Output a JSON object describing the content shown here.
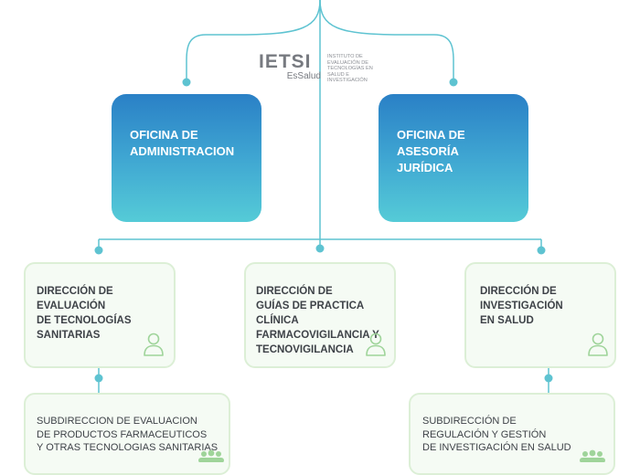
{
  "logo": {
    "name": "IETSI",
    "org": "EsSalud",
    "description": [
      "INSTITUTO DE",
      "EVALUACIÓN DE",
      "TECNOLOGÍAS EN",
      "SALUD E",
      "INVESTIGACIÓN"
    ]
  },
  "offices": [
    {
      "lines": [
        "OFICINA DE",
        "ADMINISTRACION"
      ]
    },
    {
      "lines": [
        "OFICINA DE",
        "ASESORÍA",
        "JURÍDICA"
      ]
    }
  ],
  "directions": [
    {
      "lines": [
        "DIRECCIÓN DE",
        "EVALUACIÓN",
        "DE TECNOLOGÍAS",
        "SANITARIAS"
      ],
      "icon": "user-icon"
    },
    {
      "lines": [
        "DIRECCIÓN DE",
        "GUÍAS DE PRACTICA CLÍNICA",
        "FARMACOVIGILANCIA Y",
        "TECNOVIGILANCIA"
      ],
      "icon": "user-icon"
    },
    {
      "lines": [
        "DIRECCIÓN DE",
        "INVESTIGACIÓN",
        "EN SALUD"
      ],
      "icon": "user-icon"
    }
  ],
  "subdirections": [
    {
      "lines": [
        "SUBDIRECCION DE EVALUACION",
        "DE PRODUCTOS FARMACEUTICOS",
        "Y OTRAS TECNOLOGIAS SANITARIAS"
      ],
      "icon": "group-icon"
    },
    {
      "lines": [
        "SUBDIRECCIÓN DE",
        "REGULACIÓN Y GESTIÓN",
        "DE INVESTIGACIÓN EN  SALUD"
      ],
      "icon": "group-icon"
    }
  ],
  "colors": {
    "connector": "#5ec3d1",
    "office_top": "#2a80c6",
    "office_bottom": "#55cbd7",
    "box_border": "#dcefd6",
    "box_fill": "#f5fbf4",
    "icon": "#9fd49a"
  }
}
